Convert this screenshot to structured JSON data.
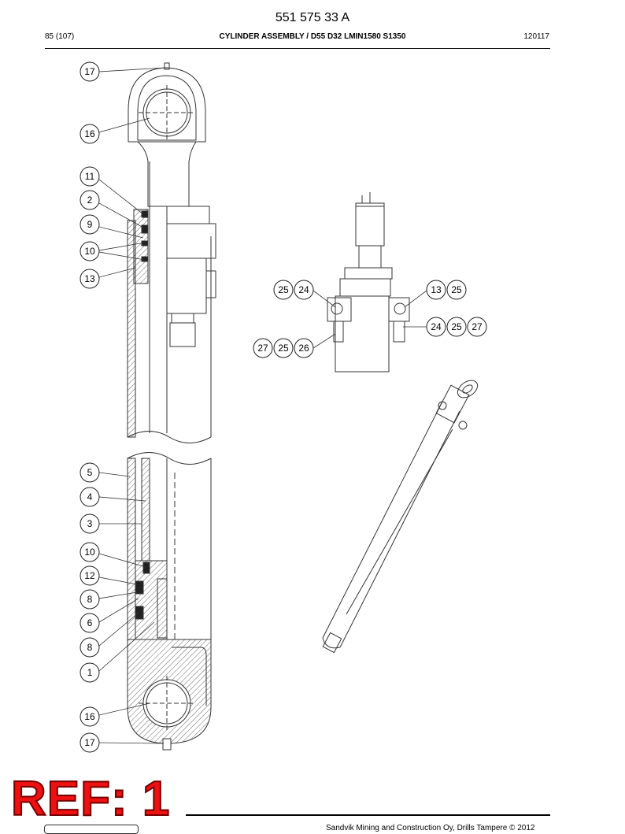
{
  "header": {
    "document_number": "551 575 33 A",
    "page": "85 (107)",
    "title": "CYLINDER ASSEMBLY / D55 D32 LMIN1580 S1350",
    "code": "120117"
  },
  "callouts": {
    "main_view": [
      "17",
      "16",
      "11",
      "2",
      "9",
      "10",
      "13",
      "5",
      "4",
      "3",
      "10",
      "12",
      "8",
      "6",
      "8",
      "1",
      "16",
      "17"
    ],
    "detail_left_top": [
      "25",
      "24"
    ],
    "detail_right_top": [
      "13",
      "25"
    ],
    "detail_right_bottom": [
      "24",
      "25",
      "27"
    ],
    "detail_left_bottom": [
      "27",
      "25",
      "26"
    ]
  },
  "stamp": {
    "text": "REF: 1",
    "color": "#e11111"
  },
  "footer": {
    "copyright": "Sandvik Mining and Construction Oy, Drills Tampere © 2012"
  }
}
